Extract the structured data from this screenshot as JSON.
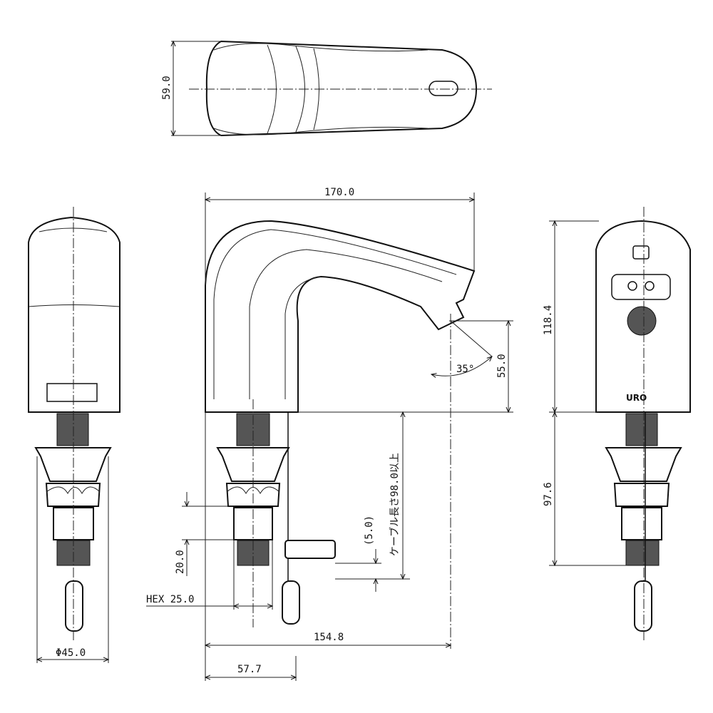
{
  "dimensions": {
    "top_width": "59.0",
    "overall_length": "170.0",
    "height": "118.4",
    "spout_height": "55.0",
    "angle": "35°",
    "cable_length": "ケーブル長さ98.0以上",
    "cable_offset": "(5.0)",
    "thread_length": "20.0",
    "hex": "HEX 25.0",
    "reach": "154.8",
    "shank_offset": "57.7",
    "base_diameter": "Φ45.0",
    "below_counter": "97.6"
  },
  "logo": "URO"
}
